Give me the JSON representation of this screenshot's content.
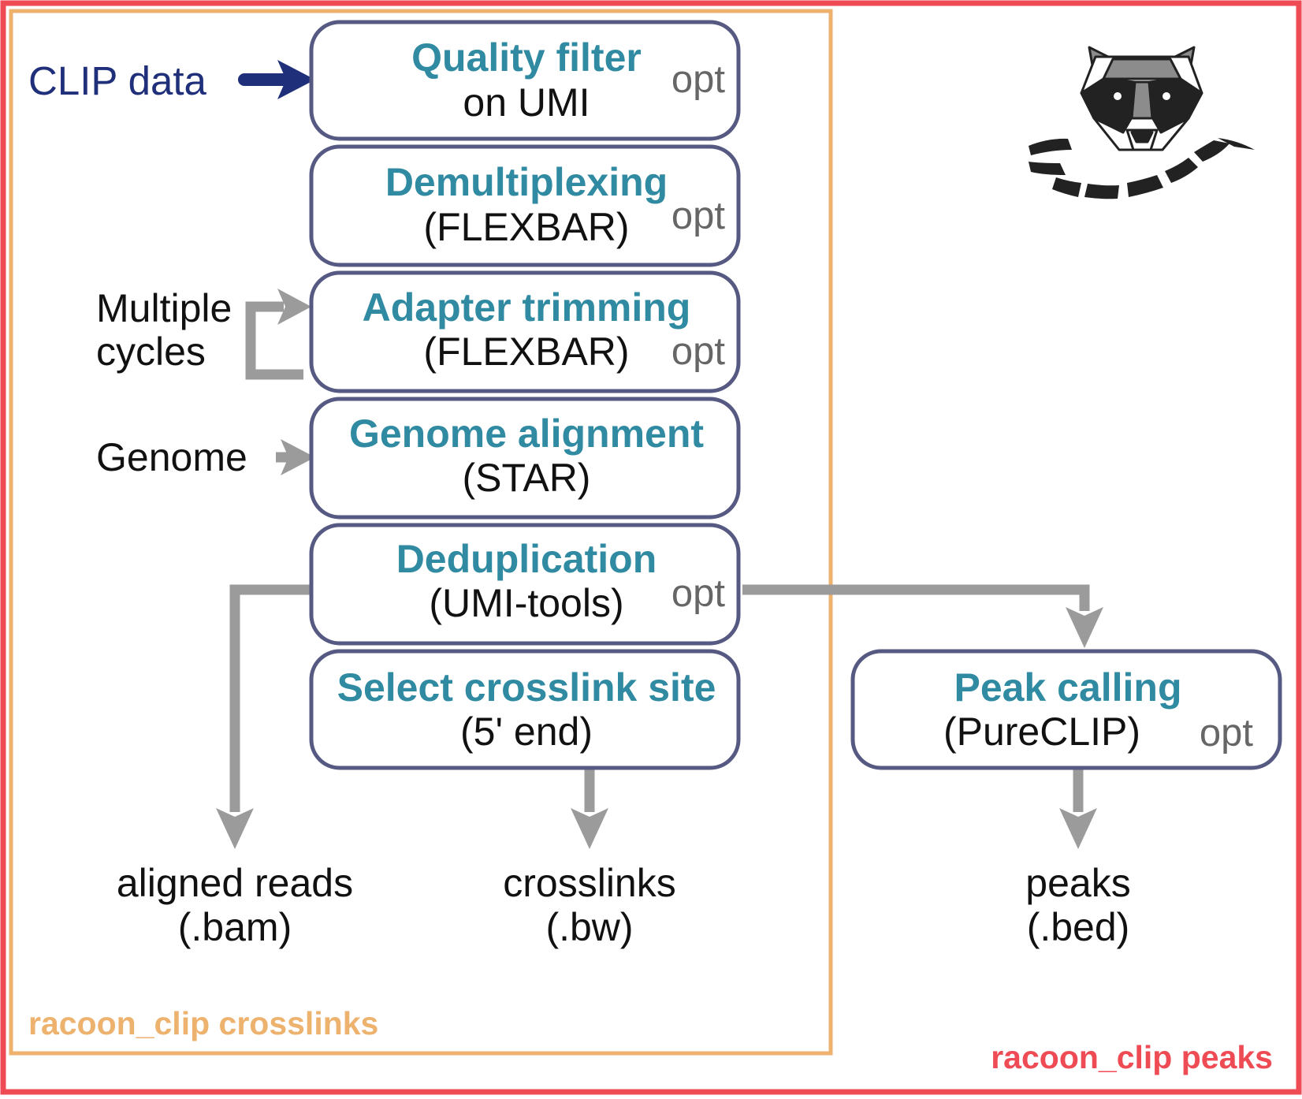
{
  "colors": {
    "outer_border": "#ef4b54",
    "inner_border": "#edb26e",
    "box_border": "#565a82",
    "step_title": "#2f8aa2",
    "clip_input": "#1f2f7a",
    "arrow_gray": "#9b9b9b",
    "opt_gray": "#666666"
  },
  "regions": {
    "crosslinks_label": "racoon_clip crosslinks",
    "peaks_label": "racoon_clip peaks"
  },
  "inputs": {
    "clip_data": "CLIP data",
    "multiple_cycles_line1": "Multiple",
    "multiple_cycles_line2": "cycles",
    "genome": "Genome"
  },
  "steps": [
    {
      "title": "Quality filter",
      "subtitle": "on UMI",
      "opt": "opt"
    },
    {
      "title": "Demultiplexing",
      "subtitle": "(FLEXBAR)",
      "opt": "opt"
    },
    {
      "title": "Adapter trimming",
      "subtitle": "(FLEXBAR)",
      "opt": "opt"
    },
    {
      "title": "Genome alignment",
      "subtitle": "(STAR)",
      "opt": ""
    },
    {
      "title": "Deduplication",
      "subtitle": "(UMI-tools)",
      "opt": "opt"
    },
    {
      "title": "Select crosslink site",
      "subtitle": "(5' end)",
      "opt": ""
    }
  ],
  "peak_step": {
    "title": "Peak calling",
    "subtitle": "(PureCLIP)",
    "opt": "opt"
  },
  "outputs": [
    {
      "line1": "aligned reads",
      "line2": "(.bam)"
    },
    {
      "line1": "crosslinks",
      "line2": "(.bw)"
    },
    {
      "line1": "peaks",
      "line2": "(.bed)"
    }
  ],
  "logo": {
    "icon": "raccoon-logo-icon"
  }
}
